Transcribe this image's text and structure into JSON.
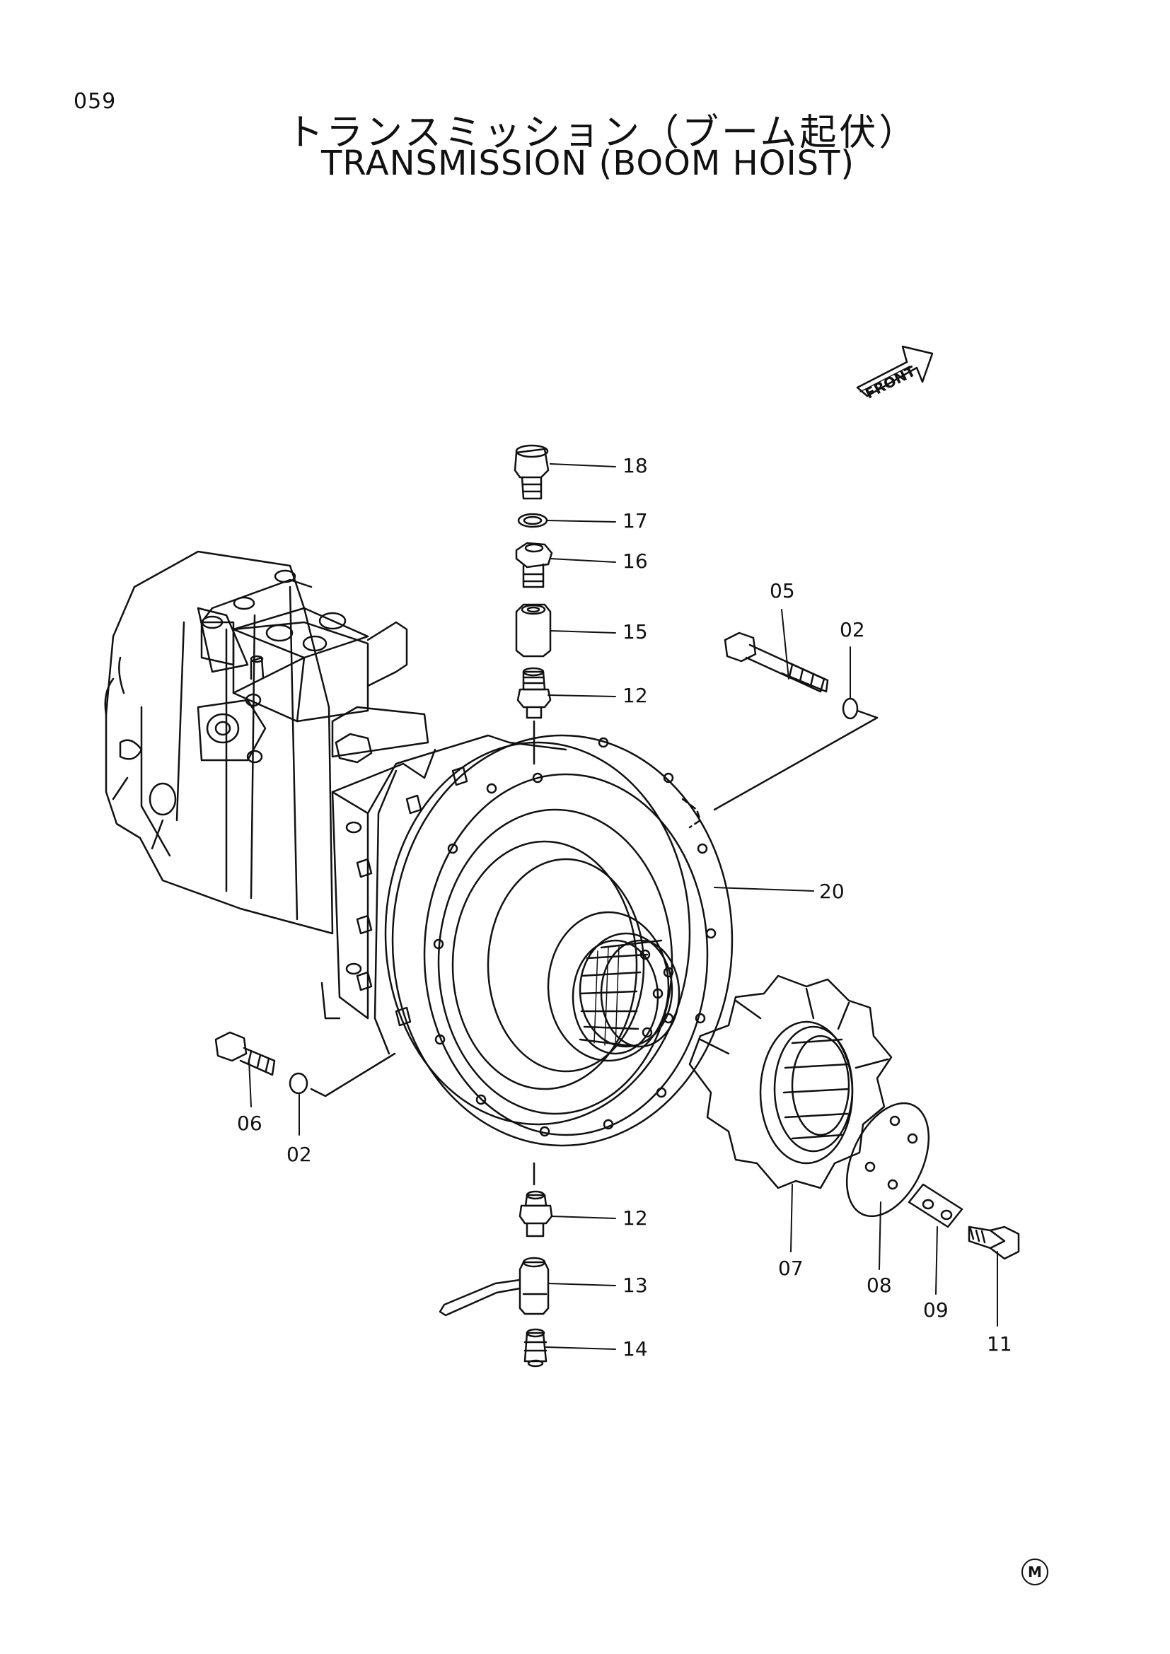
{
  "page": {
    "number": "059",
    "title_jp": "トランスミッション（ブーム起伏）",
    "title_en": "TRANSMISSION (BOOM HOIST)",
    "front_label": "FRONT",
    "corner_mark": "M"
  },
  "callouts": {
    "p18": "18",
    "p17": "17",
    "p16": "16",
    "p15": "15",
    "p12_top": "12",
    "p05": "05",
    "p02_right": "02",
    "p20": "20",
    "p06": "06",
    "p02_left": "02",
    "p12_bottom": "12",
    "p13": "13",
    "p14": "14",
    "p07": "07",
    "p08": "08",
    "p09": "09",
    "p11": "11"
  }
}
